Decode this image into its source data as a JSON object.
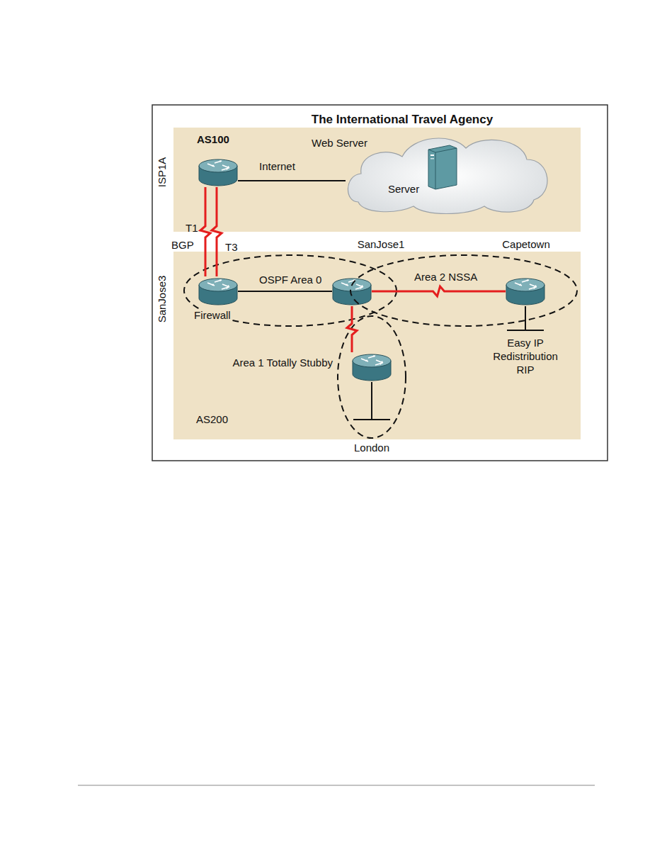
{
  "diagram": {
    "title": "The International Travel Agency",
    "nodes": [
      {
        "text": [
          "AS100"
        ]
      },
      {
        "text": [
          "ISP1A"
        ],
        "in": 0
      },
      {
        "text": [
          "Web Server",
          "Server"
        ],
        "in": 0
      },
      {
        "text": [
          "AS200"
        ]
      },
      {
        "text": [
          "SanJose3",
          "Firewall"
        ],
        "in": 3
      },
      {
        "text": [
          "SanJose1"
        ],
        "in": 3
      },
      {
        "text": [
          "Capetown",
          "Easy IP Redistribution RIP"
        ],
        "in": 3
      },
      {
        "text": [
          "London"
        ],
        "in": 3
      }
    ],
    "edges": [
      {
        "from": 1,
        "to": 2,
        "arrow": "none",
        "label": "Internet"
      },
      {
        "from": 1,
        "to": 4,
        "arrow": "none",
        "label": "T1"
      },
      {
        "from": 1,
        "to": 4,
        "arrow": "none",
        "label": "T3"
      },
      {
        "from": 4,
        "to": 5,
        "arrow": "none"
      },
      {
        "from": 5,
        "to": 6,
        "arrow": "none"
      },
      {
        "from": 5,
        "to": 7,
        "arrow": "none"
      }
    ],
    "labels": [
      "BGP",
      "OSPF Area 0",
      "Area 2 NSSA",
      "Area 1 Totally Stubby"
    ]
  }
}
